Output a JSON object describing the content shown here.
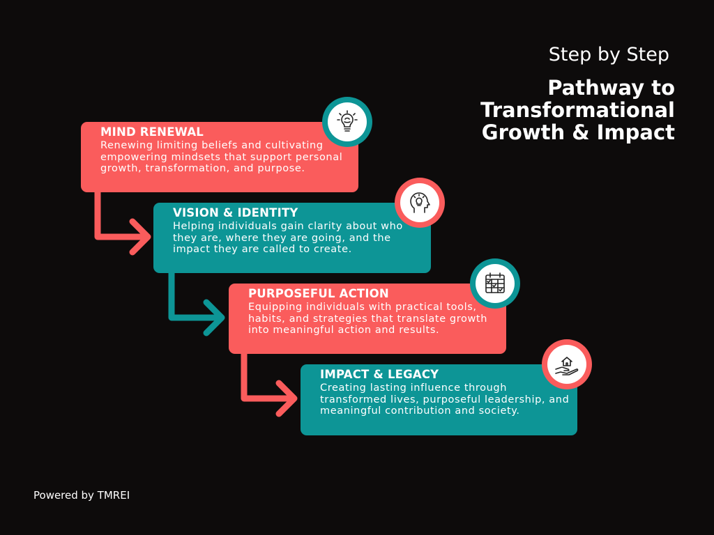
{
  "header": {
    "subtitle": "Step by Step",
    "title_line1": "Pathway to",
    "title_line2": "Transformational",
    "title_line3": "Growth & Impact"
  },
  "steps": [
    {
      "title": "MIND RENEWAL",
      "description": "Renewing limiting beliefs and cultivating empowering mindsets that support personal growth, transformation, and purpose.",
      "icon": "lightbulb-brain-icon",
      "color": "#fa5c5c"
    },
    {
      "title": "VISION & IDENTITY",
      "description": "Helping individuals gain clarity about who they are, where they are going, and the impact they are called to create.",
      "icon": "head-lightbulb-icon",
      "color": "#0d9596"
    },
    {
      "title": "PURPOSEFUL ACTION",
      "description": "Equipping individuals with practical tools, habits, and strategies that translate growth into meaningful action and results.",
      "icon": "calendar-checklist-icon",
      "color": "#fa5c5c"
    },
    {
      "title": "IMPACT & LEGACY",
      "description": "Creating lasting influence through transformed lives, purposeful leadership, and meaningful contribution and society.",
      "icon": "hand-house-icon",
      "color": "#0d9596"
    }
  ],
  "footer": {
    "text": "Powered by TMREI"
  },
  "colors": {
    "coral": "#fa5c5c",
    "teal": "#0d9596",
    "background": "#0d0b0b"
  }
}
